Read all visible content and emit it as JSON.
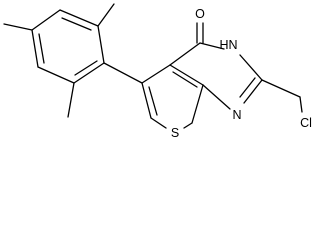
{
  "diagram": {
    "type": "chemical-structure",
    "atoms": {
      "oxygen": "O",
      "nh": "H",
      "nh_n": "N",
      "n_ring": "N",
      "sulfur": "S",
      "chlorine": "Cl"
    },
    "colors": {
      "bond": "#000000",
      "label": "#000000",
      "background": "#ffffff"
    }
  }
}
